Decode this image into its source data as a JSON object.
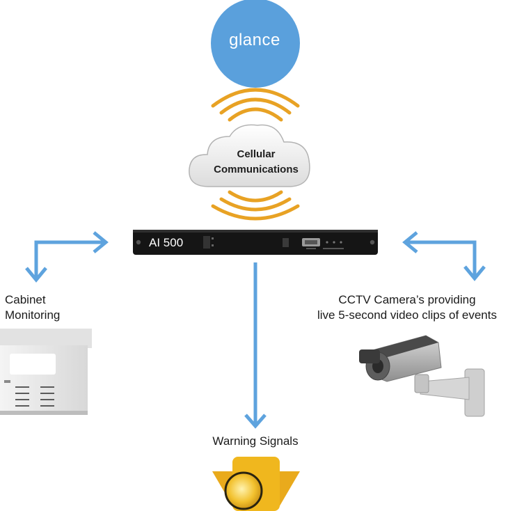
{
  "brand": {
    "label": "glance",
    "color": "#5aa0dc"
  },
  "cloud": {
    "line1": "Cellular",
    "line2": "Communications",
    "wave_color": "#e8a224"
  },
  "device": {
    "label": "AI 500"
  },
  "cabinet": {
    "line1": "Cabinet",
    "line2": "Monitoring"
  },
  "cctv": {
    "line1": "CCTV Camera’s providing",
    "line2": "live 5-second video clips of events"
  },
  "warning": {
    "label": "Warning Signals",
    "color": "#f0b71e"
  },
  "arrow_color": "#5ea3de",
  "icons": [
    "cloud-icon",
    "signal-waves-icon",
    "rack-device-icon",
    "cabinet-icon",
    "cctv-camera-icon",
    "traffic-signal-icon"
  ]
}
